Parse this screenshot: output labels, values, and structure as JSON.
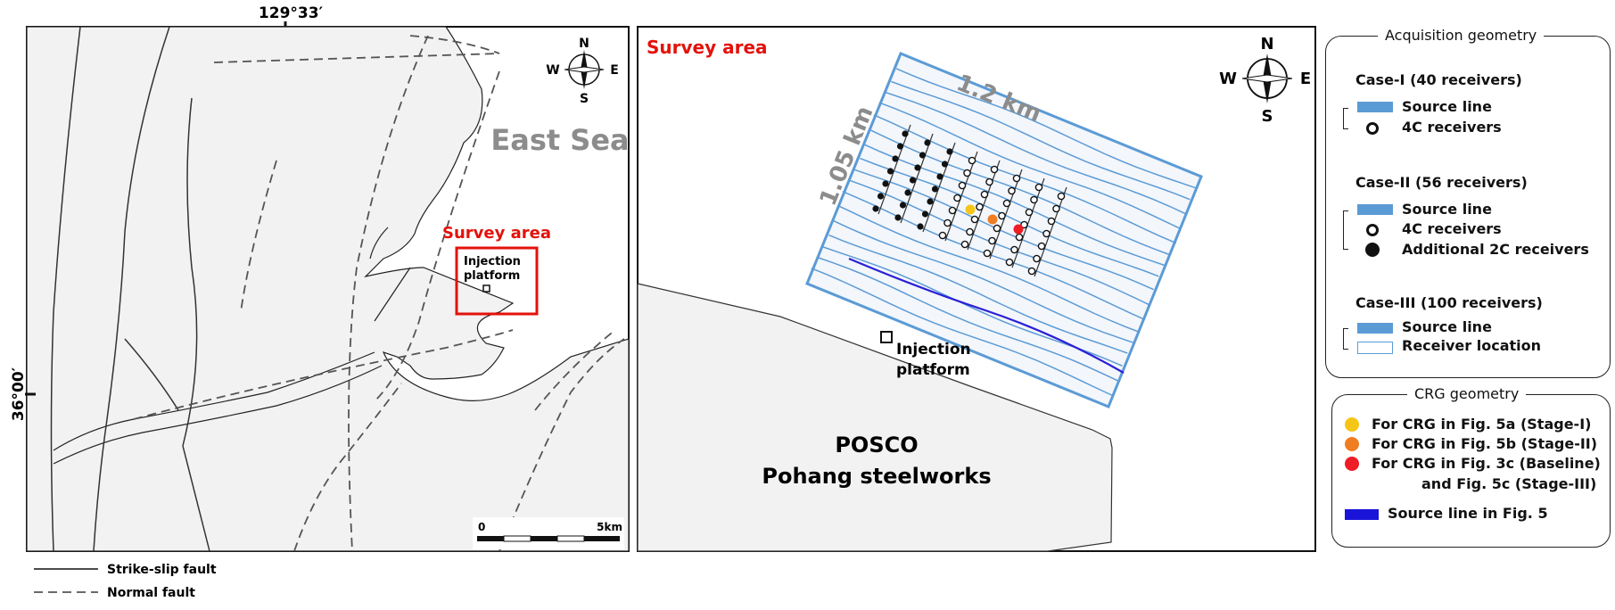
{
  "left_map": {
    "lon_label": "129°33′",
    "lat_label": "36°00′",
    "sea_label": "East Sea",
    "survey_area_label": "Survey area",
    "injection_label_line1": "Injection",
    "injection_label_line2": "platform",
    "compass": {
      "n": "N",
      "s": "S",
      "e": "E",
      "w": "W"
    },
    "scalebar": {
      "start": "0",
      "end": "5km"
    }
  },
  "fault_legend": {
    "strike_slip": "Strike-slip fault",
    "normal": "Normal fault"
  },
  "right_map": {
    "survey_area_label": "Survey area",
    "dim_long": "1.2 km",
    "dim_short": "1.05 km",
    "injection_label_line1": "Injection",
    "injection_label_line2": "platform",
    "posco_line1": "POSCO",
    "posco_line2": "Pohang steelworks",
    "compass": {
      "n": "N",
      "s": "S",
      "e": "E",
      "w": "W"
    }
  },
  "acquisition_legend": {
    "title": "Acquisition geometry",
    "case1": {
      "title": "Case-I (40 receivers)",
      "source": "Source line",
      "receivers": "4C receivers"
    },
    "case2": {
      "title": "Case-II (56 receivers)",
      "source": "Source line",
      "receivers": "4C receivers",
      "additional": "Additional 2C receivers"
    },
    "case3": {
      "title": "Case-III (100 receivers)",
      "source": "Source line",
      "receiver_location": "Receiver location"
    }
  },
  "crg_legend": {
    "title": "CRG geometry",
    "items": [
      {
        "label": "For CRG in Fig. 5a (Stage-I)",
        "color": "#f5c518"
      },
      {
        "label": "For CRG in Fig. 5b (Stage-II)",
        "color": "#f07d22"
      },
      {
        "label": "For CRG in Fig. 3c (Baseline)",
        "color": "#ee1c24"
      }
    ],
    "continuation": "and Fig. 5c (Stage-III)",
    "source_line": {
      "label": "Source line in Fig. 5",
      "color": "#1a14d8"
    }
  },
  "colors": {
    "land": "#f2f2f2",
    "survey_red": "#e3120b",
    "survey_blue": "#5b9bd5",
    "gray_text": "#8c8c8c"
  }
}
